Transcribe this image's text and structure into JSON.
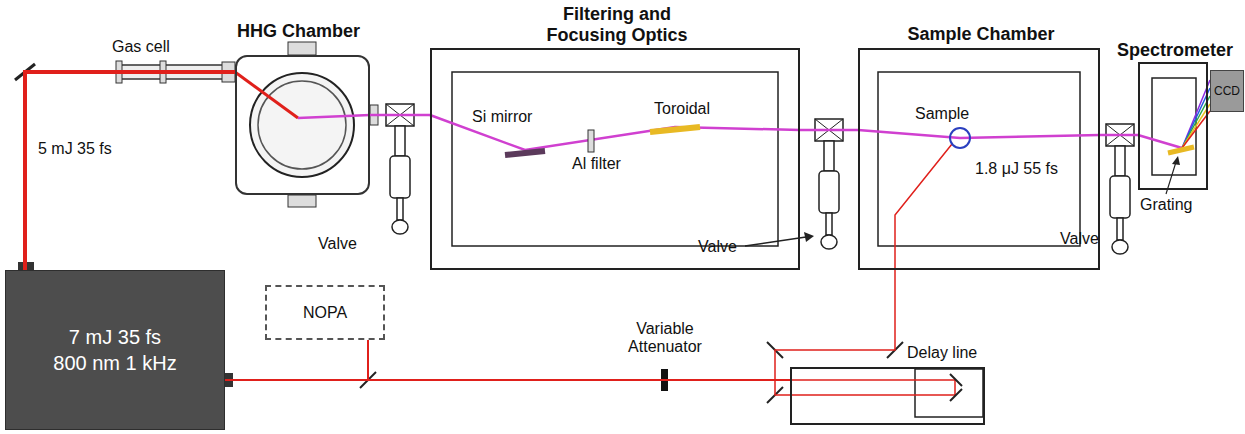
{
  "diagram": {
    "nodes": [
      {
        "text": [
          "HHG Chamber"
        ]
      },
      {
        "text": [
          "Filtering and Focusing Optics",
          "Si mirror",
          "Al filter",
          "Toroidal"
        ]
      },
      {
        "text": [
          "Sample Chamber",
          "Sample",
          "1.8 μJ 55 fs"
        ]
      },
      {
        "text": [
          "Spectrometer"
        ]
      },
      {
        "text": [
          "CCD"
        ]
      },
      {
        "text": [
          "7 mJ 35 fs 800 nm 1 kHz"
        ]
      },
      {
        "text": [
          "NOPA"
        ]
      },
      {
        "text": [
          "Delay line"
        ]
      }
    ],
    "edges": [
      {
        "from": 5,
        "to": 0,
        "arrow": "none"
      },
      {
        "from": 0,
        "to": 1,
        "arrow": "none"
      },
      {
        "from": 1,
        "to": 2,
        "arrow": "none"
      },
      {
        "from": 2,
        "to": 3,
        "arrow": "none"
      },
      {
        "from": 5,
        "to": 6,
        "arrow": "none"
      },
      {
        "from": 5,
        "to": 7,
        "arrow": "none"
      },
      {
        "from": 7,
        "to": 2,
        "arrow": "none"
      }
    ],
    "labels": [
      "Gas cell",
      "5 mJ 35 fs",
      "Valve",
      "Valve",
      "Valve",
      "Variable Attenuator",
      "Grating"
    ]
  }
}
